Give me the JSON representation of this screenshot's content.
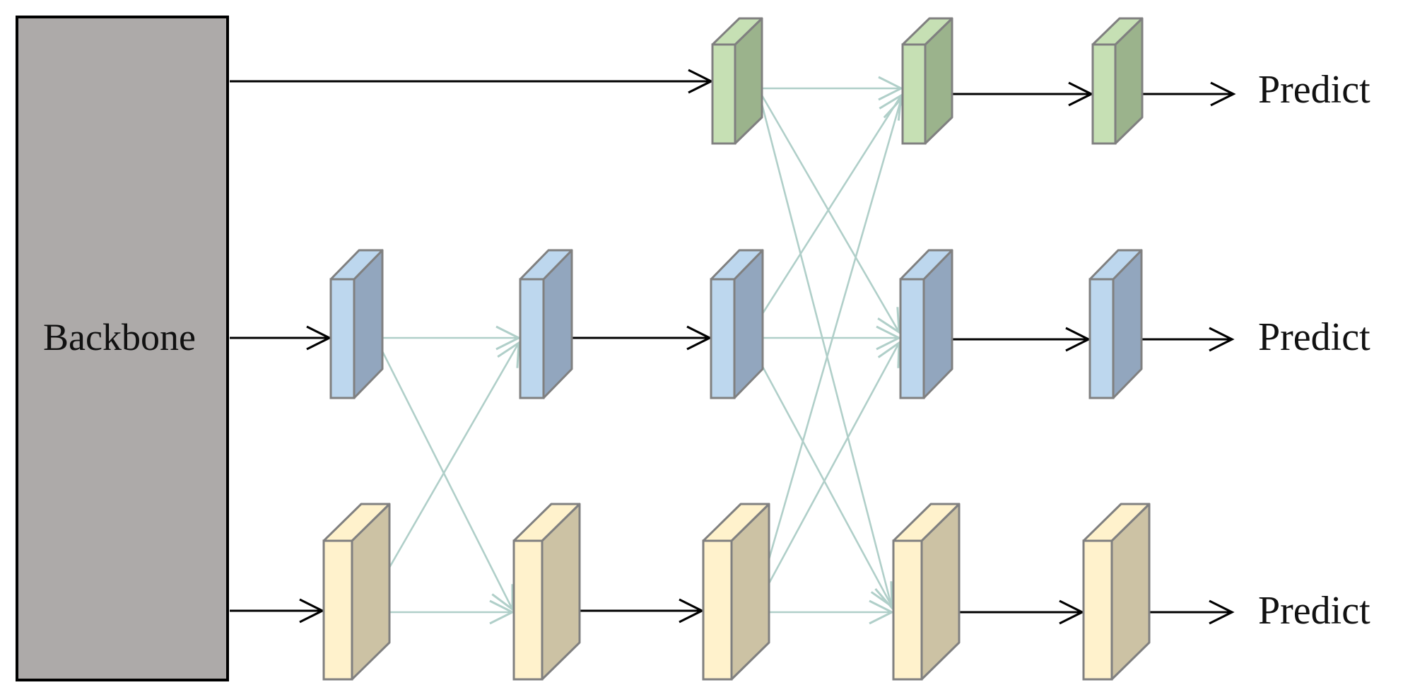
{
  "backbone": {
    "label": "Backbone",
    "fill": "#ADAAA9"
  },
  "outputs": {
    "predict_top": "Predict",
    "predict_mid": "Predict",
    "predict_bottom": "Predict"
  },
  "colors": {
    "green_front": "#C6E0B4",
    "green_side": "#9BB38C",
    "blue_front": "#BDD7EE",
    "blue_side": "#92A6BE",
    "yellow_front": "#FFF2CC",
    "yellow_side": "#CCC2A4",
    "block_stroke": "#808080",
    "fusion_arrow": "#B0CFC9",
    "flow_arrow": "#000000"
  },
  "icons": {
    "feature_block": "3d-feature-map-block",
    "arrow": "arrow-right"
  }
}
